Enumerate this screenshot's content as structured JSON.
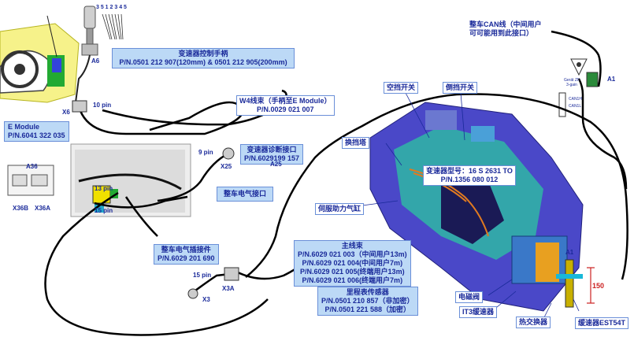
{
  "labels": {
    "shift_lever": {
      "line1": "变速器控制手柄",
      "line2": "P/N.0501 212 907(120mm) & 0501 212 905(200mm)"
    },
    "w4_harness": {
      "line1": "W4线束（手柄至E Module）",
      "line2": "P/N.0029 021 007"
    },
    "e_module": {
      "line1": "E Module",
      "line2": "P/N.6041 322 035"
    },
    "diag_port": {
      "line1": "变速器诊断接口",
      "line2": "P/N.6029199 157"
    },
    "vehicle_elec": {
      "line1": "整车电气接口"
    },
    "vehicle_harness_conn": {
      "line1": "整车电气插接件",
      "line2": "P/N.6029 201 690"
    },
    "main_harness": {
      "line1": "主线束",
      "line2": "P/N.6029 021 003（中间用户13m)",
      "line3": "P/N.6029 021 004(中间用户7m)",
      "line4": "P/N.6029 021 005(终端用户13m)",
      "line5": "P/N.6029 021 006(终端用户7m)"
    },
    "speedo_sensor": {
      "line1": "里程表传感器",
      "line2": "P/N.0501 210 857（非加密）",
      "line3": "P/N.0501 221 588（加密）"
    },
    "range_switch": "空挡开关",
    "gear_switch": "倒挡开关",
    "shift_tower": "换挡塔",
    "transmission": {
      "line1": "变速器型号：16 S 2631 TO",
      "line2": "P/N.1356 080 012"
    },
    "booster": "伺服助力气缸",
    "solenoid": "电磁阀",
    "it3": "IT3缓速器",
    "heat_exchanger": "热交换器",
    "est54t": "缓速器EST54T",
    "can": {
      "line1": "整车CAN线（中间用户",
      "line2": "可可能用到此接口）"
    },
    "zf_code": "Gerät ZF\n3-gain",
    "can_legend_1": "CAN1H",
    "can_legend_2": "CAN1L",
    "dim_150": "150"
  },
  "pins": {
    "p10": "10 pin",
    "p9": "9 pin",
    "p13": "13 pin",
    "p15a": "15 pin",
    "p15b": "15 pin"
  },
  "connectors": {
    "a6": "A6",
    "x6": "X6",
    "a36": "A36",
    "x36b": "X36B",
    "x36a": "X36A",
    "x25": "X25",
    "a25": "A25",
    "x3": "X3",
    "x3a": "X3A",
    "a1_top": "A1",
    "a1_right": "A1"
  },
  "lever_numbers": "3  5  1  2  3  4  5"
}
